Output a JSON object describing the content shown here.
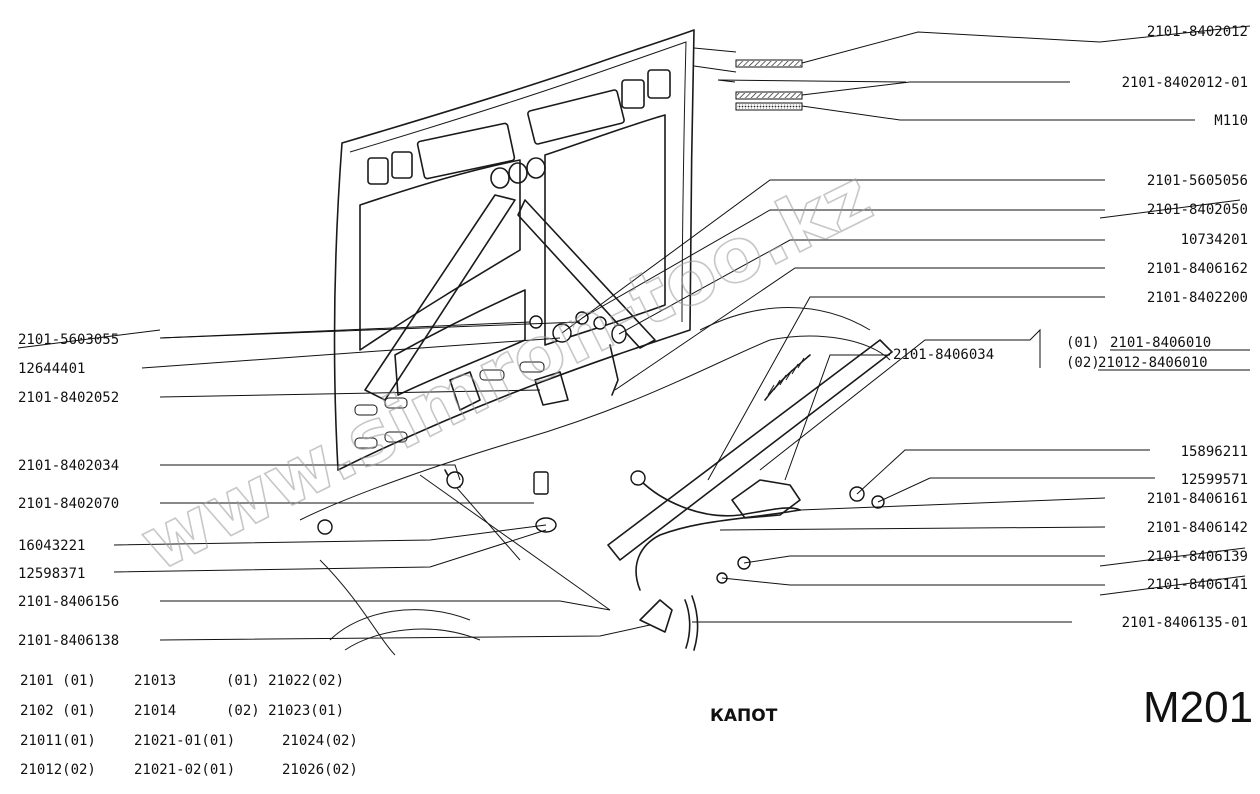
{
  "title": "КАПОТ",
  "diagram_code": "M201",
  "watermark": "www.simron-too.kz",
  "callouts_left": [
    "2101-5603055",
    "12644401",
    "2101-8402052",
    "2101-8402034",
    "2101-8402070",
    "16043221",
    "12598371",
    "2101-8406156",
    "2101-8406138"
  ],
  "callouts_right": [
    "2101-8402012",
    "2101-8402012-01",
    "M110",
    "2101-5605056",
    "2101-8402050",
    "10734201",
    "2101-8406162",
    "2101-8402200",
    "15896211",
    "12599571",
    "2101-8406161",
    "2101-8406142",
    "2101-8406139",
    "2101-8406141",
    "2101-8406135-01"
  ],
  "callout_inner": "2101-8406034",
  "variants": [
    {
      "tag": "(01)",
      "part": "2101-8406010"
    },
    {
      "tag": "(02)",
      "part": "21012-8406010"
    }
  ],
  "applicability": [
    [
      "2101 (01)",
      "21013",
      "(01) 21022(02)"
    ],
    [
      "2102 (01)",
      "21014",
      "(02) 21023(01)"
    ],
    [
      "21011(01)",
      "21021-01(01)",
      "21024(02)"
    ],
    [
      "21012(02)",
      "21021-02(01)",
      "21026(02)"
    ]
  ]
}
